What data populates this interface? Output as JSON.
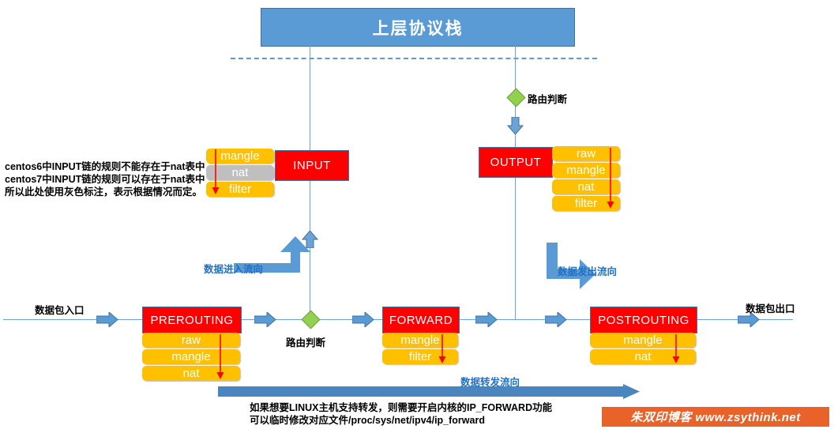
{
  "diagram": {
    "title": "上层协议栈",
    "packet_in_label": "数据包入口",
    "packet_out_label": "数据包出口",
    "flow_in_label": "数据进入流向",
    "flow_out_label": "数据发出流向",
    "flow_forward_label": "数据转发流向",
    "routing_decision_label_left": "路由判断",
    "routing_decision_label_right": "路由判断",
    "note_left_line1": "centos6中INPUT链的规则不能存在于nat表中",
    "note_left_line2": "centos7中INPUT链的规则可以存在于nat表中",
    "note_left_line3": "所以此处使用灰色标注，表示根据情况而定。",
    "note_bottom_line1": "如果想要LINUX主机支持转发，则需要开启内核的IP_FORWARD功能",
    "note_bottom_line2": "可以临时修改对应文件/proc/sys/net/ipv4/ip_forward",
    "watermark": "朱双印博客 www.zsythink.net"
  },
  "chains": {
    "input": {
      "name": "INPUT",
      "tables": [
        "mangle",
        "nat",
        "filter"
      ]
    },
    "output": {
      "name": "OUTPUT",
      "tables": [
        "raw",
        "mangle",
        "nat",
        "filter"
      ]
    },
    "prerouting": {
      "name": "PREROUTING",
      "tables": [
        "raw",
        "mangle",
        "nat"
      ]
    },
    "forward": {
      "name": "FORWARD",
      "tables": [
        "mangle",
        "filter"
      ]
    },
    "postrouting": {
      "name": "POSTROUTING",
      "tables": [
        "mangle",
        "nat"
      ]
    }
  },
  "tables_text": {
    "input_mangle": "mangle",
    "input_nat": "nat",
    "input_filter": "filter",
    "output_raw": "raw",
    "output_mangle": "mangle",
    "output_nat": "nat",
    "output_filter": "filter",
    "pre_raw": "raw",
    "pre_mangle": "mangle",
    "pre_nat": "nat",
    "fwd_mangle": "mangle",
    "fwd_filter": "filter",
    "post_mangle": "mangle",
    "post_nat": "nat"
  },
  "colors": {
    "chain_red": "#fe0000",
    "table_orange": "#ffc000",
    "table_gray": "#bfbfbf",
    "line_blue": "#6ba3d6",
    "accent_blue": "#5b9bd5",
    "diamond_green": "#92d050",
    "label_blue": "#1f6fc4",
    "watermark_orange": "#e8622a"
  }
}
